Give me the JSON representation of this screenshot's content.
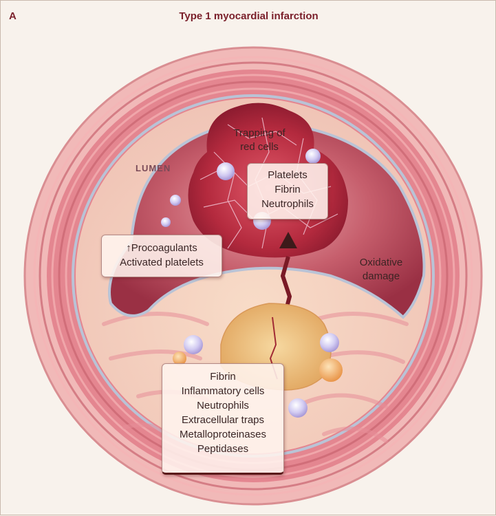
{
  "panel_letter": "A",
  "title": "Type 1 myocardial infarction",
  "labels": {
    "lumen": "LUMEN",
    "trapping": [
      "Trapping of",
      "red cells"
    ],
    "oxidative": [
      "Oxidative",
      "damage"
    ],
    "thrombus_box": [
      "Platelets",
      "Fibrin",
      "Neutrophils"
    ],
    "procoagulant_box": [
      "↑Procoagulants",
      "Activated platelets"
    ],
    "plaque_box": [
      "Fibrin",
      "Inflammatory cells",
      "Neutrophils",
      "Extracellular traps",
      "Metalloproteinases",
      "Peptidases"
    ]
  },
  "colors": {
    "title": "#7a1f2a",
    "outer_wall": "#e79aa0",
    "media": "#d9727c",
    "lumen": "#b64858",
    "thrombus": "#b2243a",
    "plaque_core": "#e8b26a",
    "cell": "#c9c2ee"
  }
}
